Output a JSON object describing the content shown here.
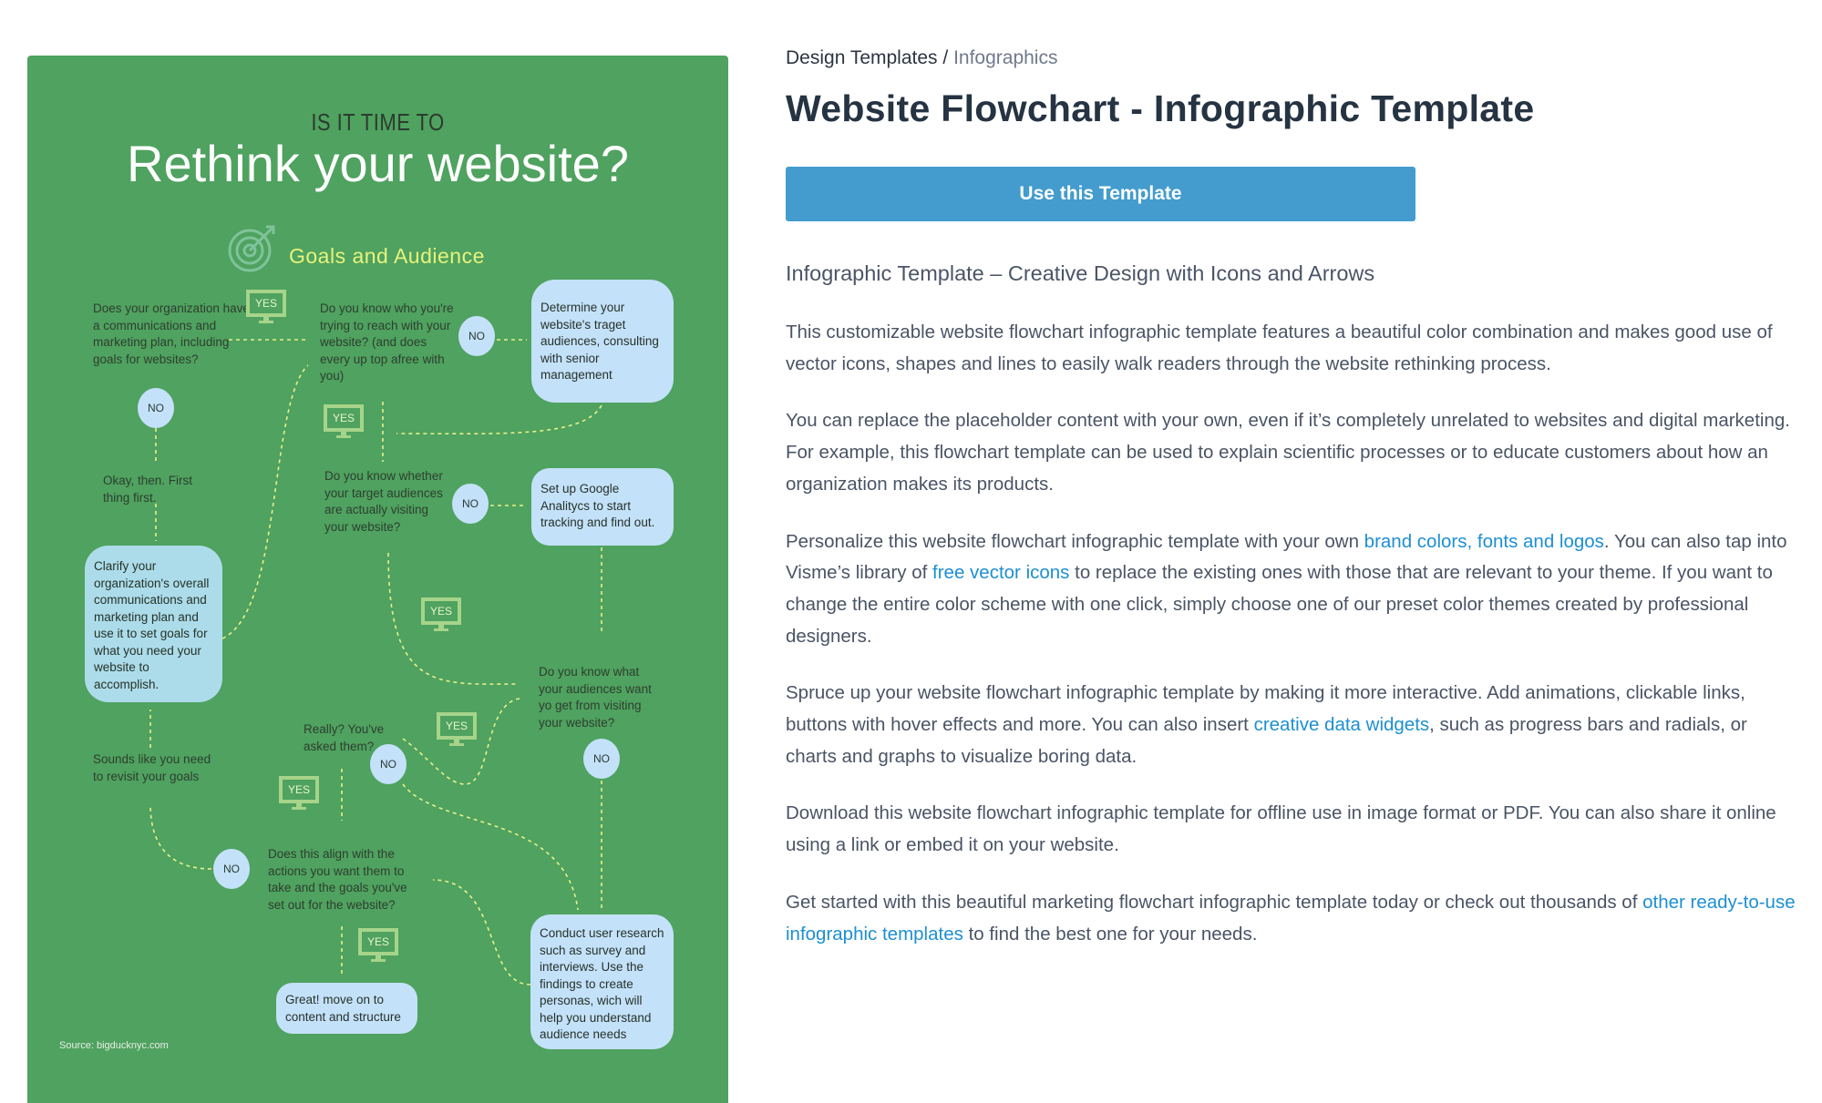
{
  "infographic": {
    "pretitle": "IS IT TIME TO",
    "title": "Rethink your website?",
    "section": "Goals and Audience",
    "questions": [
      "Does your organization have a communications and marketing plan, including goals for websites?",
      "Do you know who you're trying to reach with your website? (and does every up top afree with you)",
      "Okay, then. First thing first.",
      "Do you know whether your target audiences are actually visiting your website?",
      "Do you know what your audiences want yo get from visiting your website?",
      "Really? You've asked them?",
      "Sounds like you need to revisit your goals",
      "Does this align with the actions you want them to take and the goals you've set out for the website?"
    ],
    "boxes": [
      "Determine your website's traget audiences, consulting with senior management",
      "Set up Google Analitycs to start tracking and find out.",
      "Clarify your organization's overall communications and marketing plan and use it to set goals for what you need your website to accomplish.",
      "Great! move on to content and structure",
      "Conduct user research such as survey and interviews. Use the findings to create personas, wich will help you understand audience needs"
    ],
    "yes": "YES",
    "no": "NO",
    "source": "Source: bigducknyc.com"
  },
  "breadcrumb": {
    "parent": "Design Templates",
    "sep": " / ",
    "current": "Infographics"
  },
  "title": "Website Flowchart - Infographic Template",
  "cta": "Use this Template",
  "subtitle": "Infographic Template – Creative Design with Icons and Arrows",
  "paragraphs": [
    {
      "t0": "This customizable website flowchart infographic template features a beautiful color combination and makes good use of vector icons, shapes and lines to easily walk readers through the website rethinking process."
    },
    {
      "t0": "You can replace the placeholder content with your own, even if it’s completely unrelated to websites and digital marketing. For example, this flowchart template can be used to explain scientific processes or to educate customers about how an organization makes its products."
    },
    {
      "t0": "Personalize this website flowchart infographic template with your own ",
      "l0": "brand colors, fonts and logos",
      "t1": ". You can also tap into Visme’s library of ",
      "l1": "free vector icons",
      "t2": " to replace the existing ones with those that are relevant to your theme. If you want to change the entire color scheme with one click, simply choose one of our preset color themes created by professional designers."
    },
    {
      "t0": "Spruce up your website flowchart infographic template by making it more interactive. Add animations, clickable links, buttons with hover effects and more. You can also insert ",
      "l0": "creative data widgets",
      "t1": ", such as progress bars and radials, or charts and graphs to visualize boring data."
    },
    {
      "t0": "Download this website flowchart infographic template for offline use in image format or PDF. You can also share it online using a link or embed it on your website."
    },
    {
      "t0": "Get started with this beautiful marketing flowchart infographic template today or check out thousands of ",
      "l0": "other ready-to-use infographic templates",
      "t1": " to find the best one for your needs."
    }
  ],
  "colors": {
    "panel": "#4fa25f",
    "button": "#439ccd",
    "link": "#1d8fd2",
    "box": "#c4e1fa"
  }
}
